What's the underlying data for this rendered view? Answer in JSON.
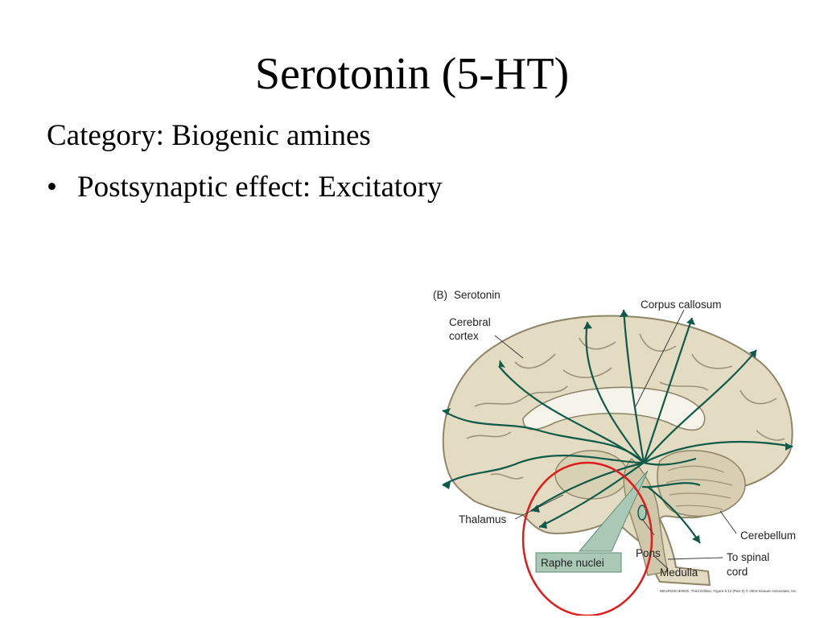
{
  "slide": {
    "title": "Serotonin (5-HT)",
    "category": "Category: Biogenic amines",
    "bullet": "Postsynaptic effect: Excitatory",
    "bullet_marker": "•"
  },
  "figure": {
    "panel_label": "(B)",
    "panel_title": "Serotonin",
    "labels": {
      "cerebral_cortex_line1": "Cerebral",
      "cerebral_cortex_line2": "cortex",
      "corpus_callosum": "Corpus callosum",
      "thalamus": "Thalamus",
      "raphe_nuclei": "Raphe nuclei",
      "pons": "Pons",
      "medulla": "Medulla",
      "cerebellum": "Cerebellum",
      "to_spinal_line1": "To spinal",
      "to_spinal_line2": "cord"
    },
    "credit": "NEUROSCIENCE, Third Edition, Figure 6.12 (Part 2)  © 2004 Sinauer Associates, Inc.",
    "colors": {
      "brain_fill": "#e3dcc2",
      "brain_stroke": "#8f8668",
      "pathway": "#0f5a49",
      "raphe_box": "#a9c9b6",
      "highlight_circle": "#e11b1b"
    }
  }
}
